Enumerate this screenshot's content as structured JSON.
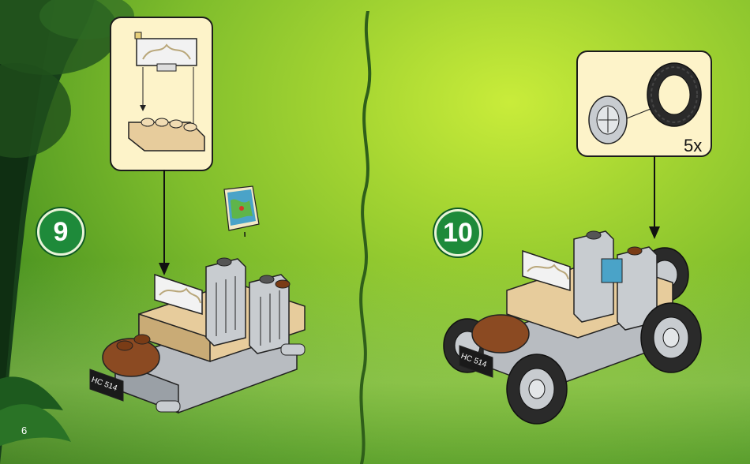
{
  "page_number": "6",
  "steps": [
    {
      "number": "9",
      "plate": "HC 514"
    },
    {
      "number": "10",
      "plate": "HC 514",
      "callout_quantity": "5x"
    }
  ],
  "colors": {
    "badge": "#1e8a3a",
    "callout_bg": "#fdf3c9",
    "divider_vine": "#2f5f1a"
  }
}
